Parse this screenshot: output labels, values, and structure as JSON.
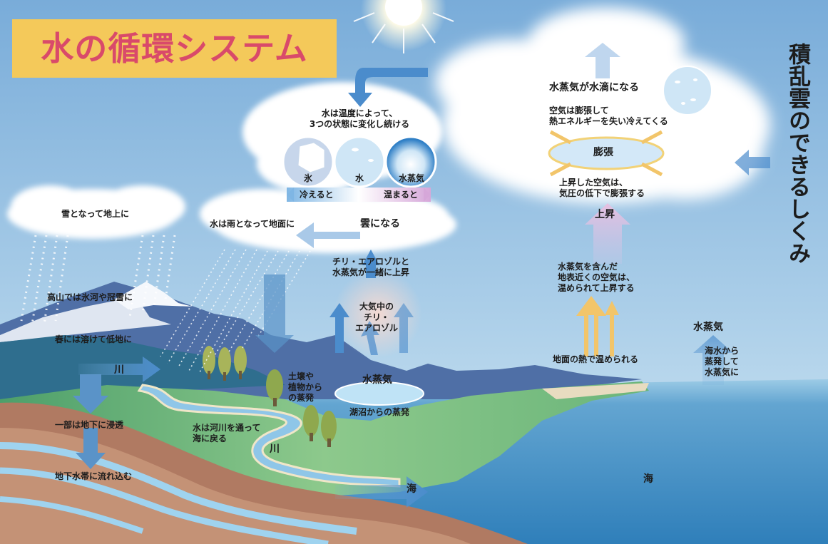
{
  "title": "水の循環システム",
  "side_title": "積乱雲のできるしくみ",
  "states": {
    "intro": [
      "水は温度によって、",
      "3つの状態に変化し続ける"
    ],
    "ice": "氷",
    "water": "水",
    "vapor": "水蒸気",
    "cool": "冷えると",
    "warm": "温まると"
  },
  "left": {
    "snow": "雪となって地上に",
    "glacier": "高山では氷河や冠雪に",
    "melt": "春には溶けて低地に",
    "river1": "川",
    "infiltrate": "一部は地下に浸透",
    "groundwater": "地下水帯に流れ込む"
  },
  "center": {
    "rain": "水は雨となって地面に",
    "cloud": "雲になる",
    "rise": [
      "チリ・エアロゾルと",
      "水蒸気が一緒に上昇"
    ],
    "aerosol": [
      "大気中の",
      "チリ・",
      "エアロゾル"
    ],
    "soil": [
      "土壌や",
      "植物から",
      "の蒸発"
    ],
    "vapor": "水蒸気",
    "lake": "湖沼からの蒸発",
    "river_return": [
      "水は河川を通って",
      "海に戻る"
    ],
    "river2": "川",
    "sea_arrow": "海"
  },
  "right": {
    "droplet": "水蒸気が水滴になる",
    "expand_desc": [
      "空気は膨張して",
      "熱エネルギーを失い冷えてくる"
    ],
    "expand": "膨張",
    "rise_desc": [
      "上昇した空気は、",
      "気圧の低下で膨張する"
    ],
    "rise": "上昇",
    "warm_air": [
      "水蒸気を含んだ",
      "地表近くの空気は、",
      "温められて上昇する"
    ],
    "ground_heat": "地面の熱で温められる",
    "vapor": "水蒸気",
    "sea_evap": [
      "海水から",
      "蒸発して",
      "水蒸気に"
    ],
    "sea": "海"
  },
  "colors": {
    "title_bg": "#f4c95a",
    "title_text": "#d94a6a",
    "sky_top": "#79acd9",
    "sea": "#4f97c9",
    "land": "#7fc386",
    "earth": "#b07a62"
  }
}
